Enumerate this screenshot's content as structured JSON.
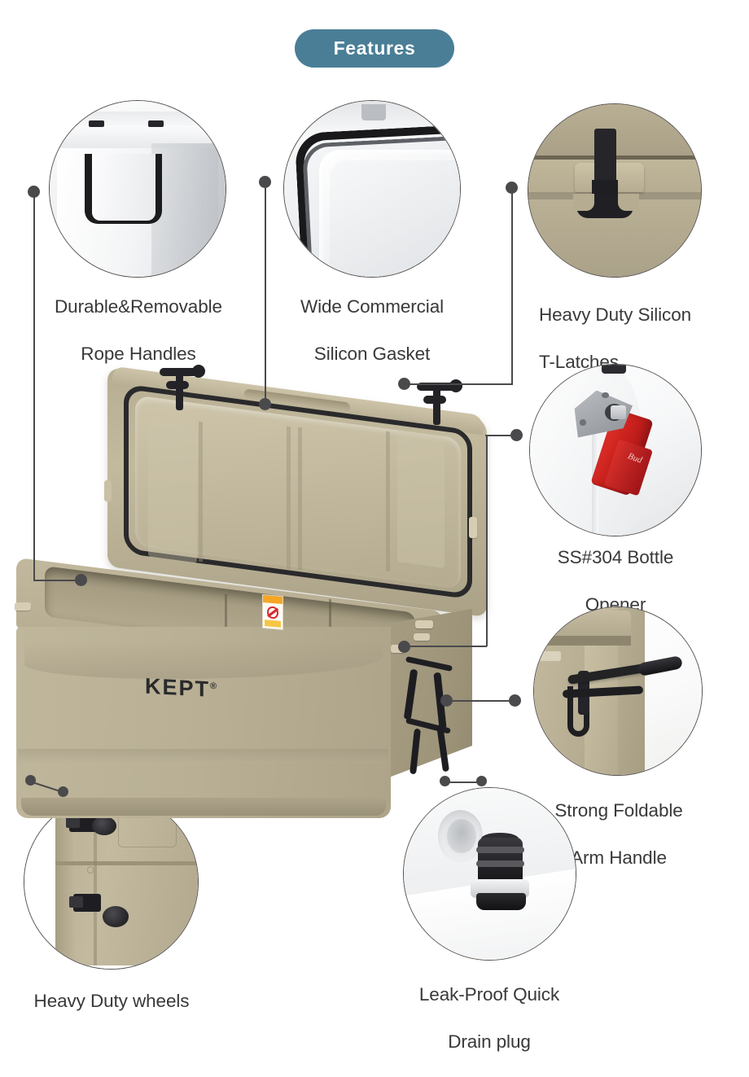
{
  "header": {
    "badge_label": "Features",
    "badge_color": "#4a7e96"
  },
  "product": {
    "brand_logo": "KEPT",
    "brand_trademark": "®",
    "body_color": "#b9b095",
    "accent_dark": "#232327"
  },
  "features": [
    {
      "id": "rope-handles",
      "caption": "Durable&Removable\nRope Handles",
      "line1": "Durable&Removable",
      "line2": "Rope Handles",
      "align": "center",
      "photo": "white-cooler-rope-handle"
    },
    {
      "id": "silicon-gasket",
      "caption": "Wide Commercial\nSilicon Gasket",
      "line1": "Wide Commercial",
      "line2": "Silicon Gasket",
      "align": "center",
      "photo": "white-cooler-black-gasket-corner"
    },
    {
      "id": "t-latches",
      "caption": "Heavy Duty Silicon\nT-Latches",
      "line1": "Heavy Duty Silicon",
      "line2": "T-Latches",
      "align": "left",
      "photo": "tan-cooler-black-t-latch"
    },
    {
      "id": "bottle-opener",
      "caption": "SS#304 Bottle\nOpener",
      "line1": "SS#304 Bottle",
      "line2": "Opener",
      "align": "center",
      "photo": "stainless-bottle-opener-red-bottle"
    },
    {
      "id": "arm-handle",
      "caption": "Strong Foldable\nArm Handle",
      "line1": "Strong Foldable",
      "line2": "Arm Handle",
      "align": "center",
      "photo": "tan-cooler-black-foldable-arm-handle"
    },
    {
      "id": "wheels",
      "caption": "Heavy Duty wheels",
      "line1": "Heavy Duty wheels",
      "line2": "",
      "align": "center",
      "photo": "tan-cooler-rear-wheels"
    },
    {
      "id": "drain-plug",
      "caption": "Leak-Proof Quick\nDrain plug",
      "line1": "Leak-Proof Quick",
      "line2": "Drain plug",
      "align": "center",
      "photo": "white-drain-port-black-plug"
    }
  ],
  "colors": {
    "background": "#ffffff",
    "text": "#39393b",
    "leader_line": "#4a4a4c",
    "circle_border": "#55514e",
    "cooler_tan": "#b9b095",
    "cooler_tan_light": "#cec5ab",
    "cooler_tan_dark": "#9d9479"
  }
}
